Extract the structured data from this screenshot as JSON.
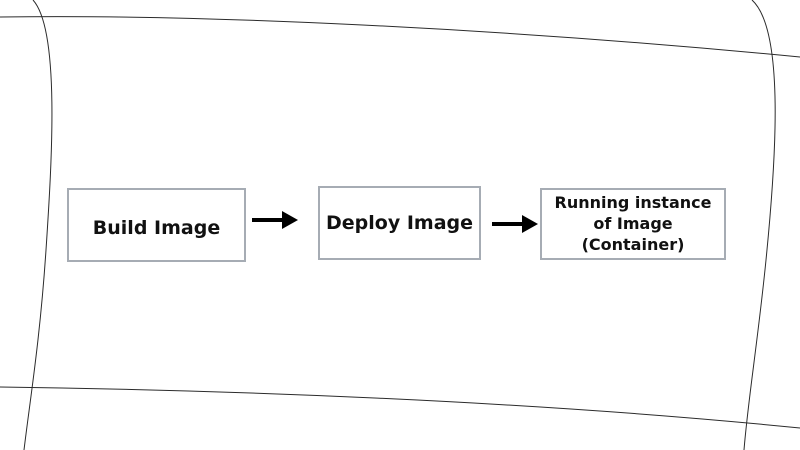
{
  "diagram": {
    "nodes": [
      {
        "id": "build",
        "label": "Build Image"
      },
      {
        "id": "deploy",
        "label": "Deploy Image"
      },
      {
        "id": "running",
        "label": "Running instance\nof Image\n(Container)"
      }
    ],
    "edges": [
      {
        "from": "build",
        "to": "deploy"
      },
      {
        "from": "deploy",
        "to": "running"
      }
    ],
    "colors": {
      "box_border": "#a6acb4",
      "text": "#111111",
      "arrow": "#000000",
      "frame_line": "#2b2b2b"
    }
  }
}
